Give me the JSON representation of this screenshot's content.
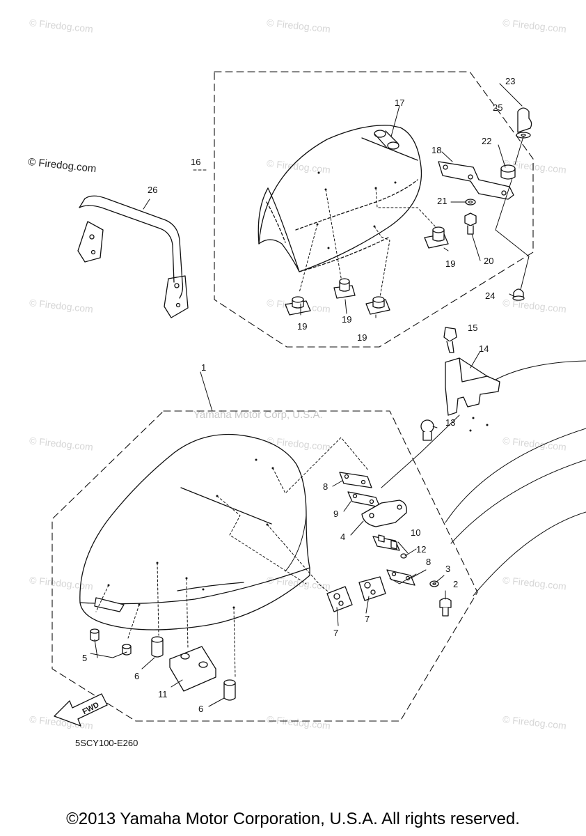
{
  "watermark": "© Firedog.com",
  "watermark_dark": "© Firedog.com",
  "yamaha_watermark": "Yamaha Motor Corp, U.S.A.",
  "diagram_code": "5SCY100-E260",
  "fwd_label": "FWD",
  "copyright": "©2013 Yamaha Motor Corporation, U.S.A. All rights reserved.",
  "callouts": {
    "c1": "1",
    "c2": "2",
    "c3": "3",
    "c4": "4",
    "c5": "5",
    "c6a": "6",
    "c6b": "6",
    "c7a": "7",
    "c7b": "7",
    "c8a": "8",
    "c8b": "8",
    "c9": "9",
    "c10": "10",
    "c11": "11",
    "c12": "12",
    "c13": "13",
    "c14": "14",
    "c15": "15",
    "c16": "16",
    "c17": "17",
    "c18": "18",
    "c19a": "19",
    "c19b": "19",
    "c19c": "19",
    "c19d": "19",
    "c20": "20",
    "c21": "21",
    "c22": "22",
    "c23": "23",
    "c24": "24",
    "c25": "25",
    "c26": "26"
  }
}
